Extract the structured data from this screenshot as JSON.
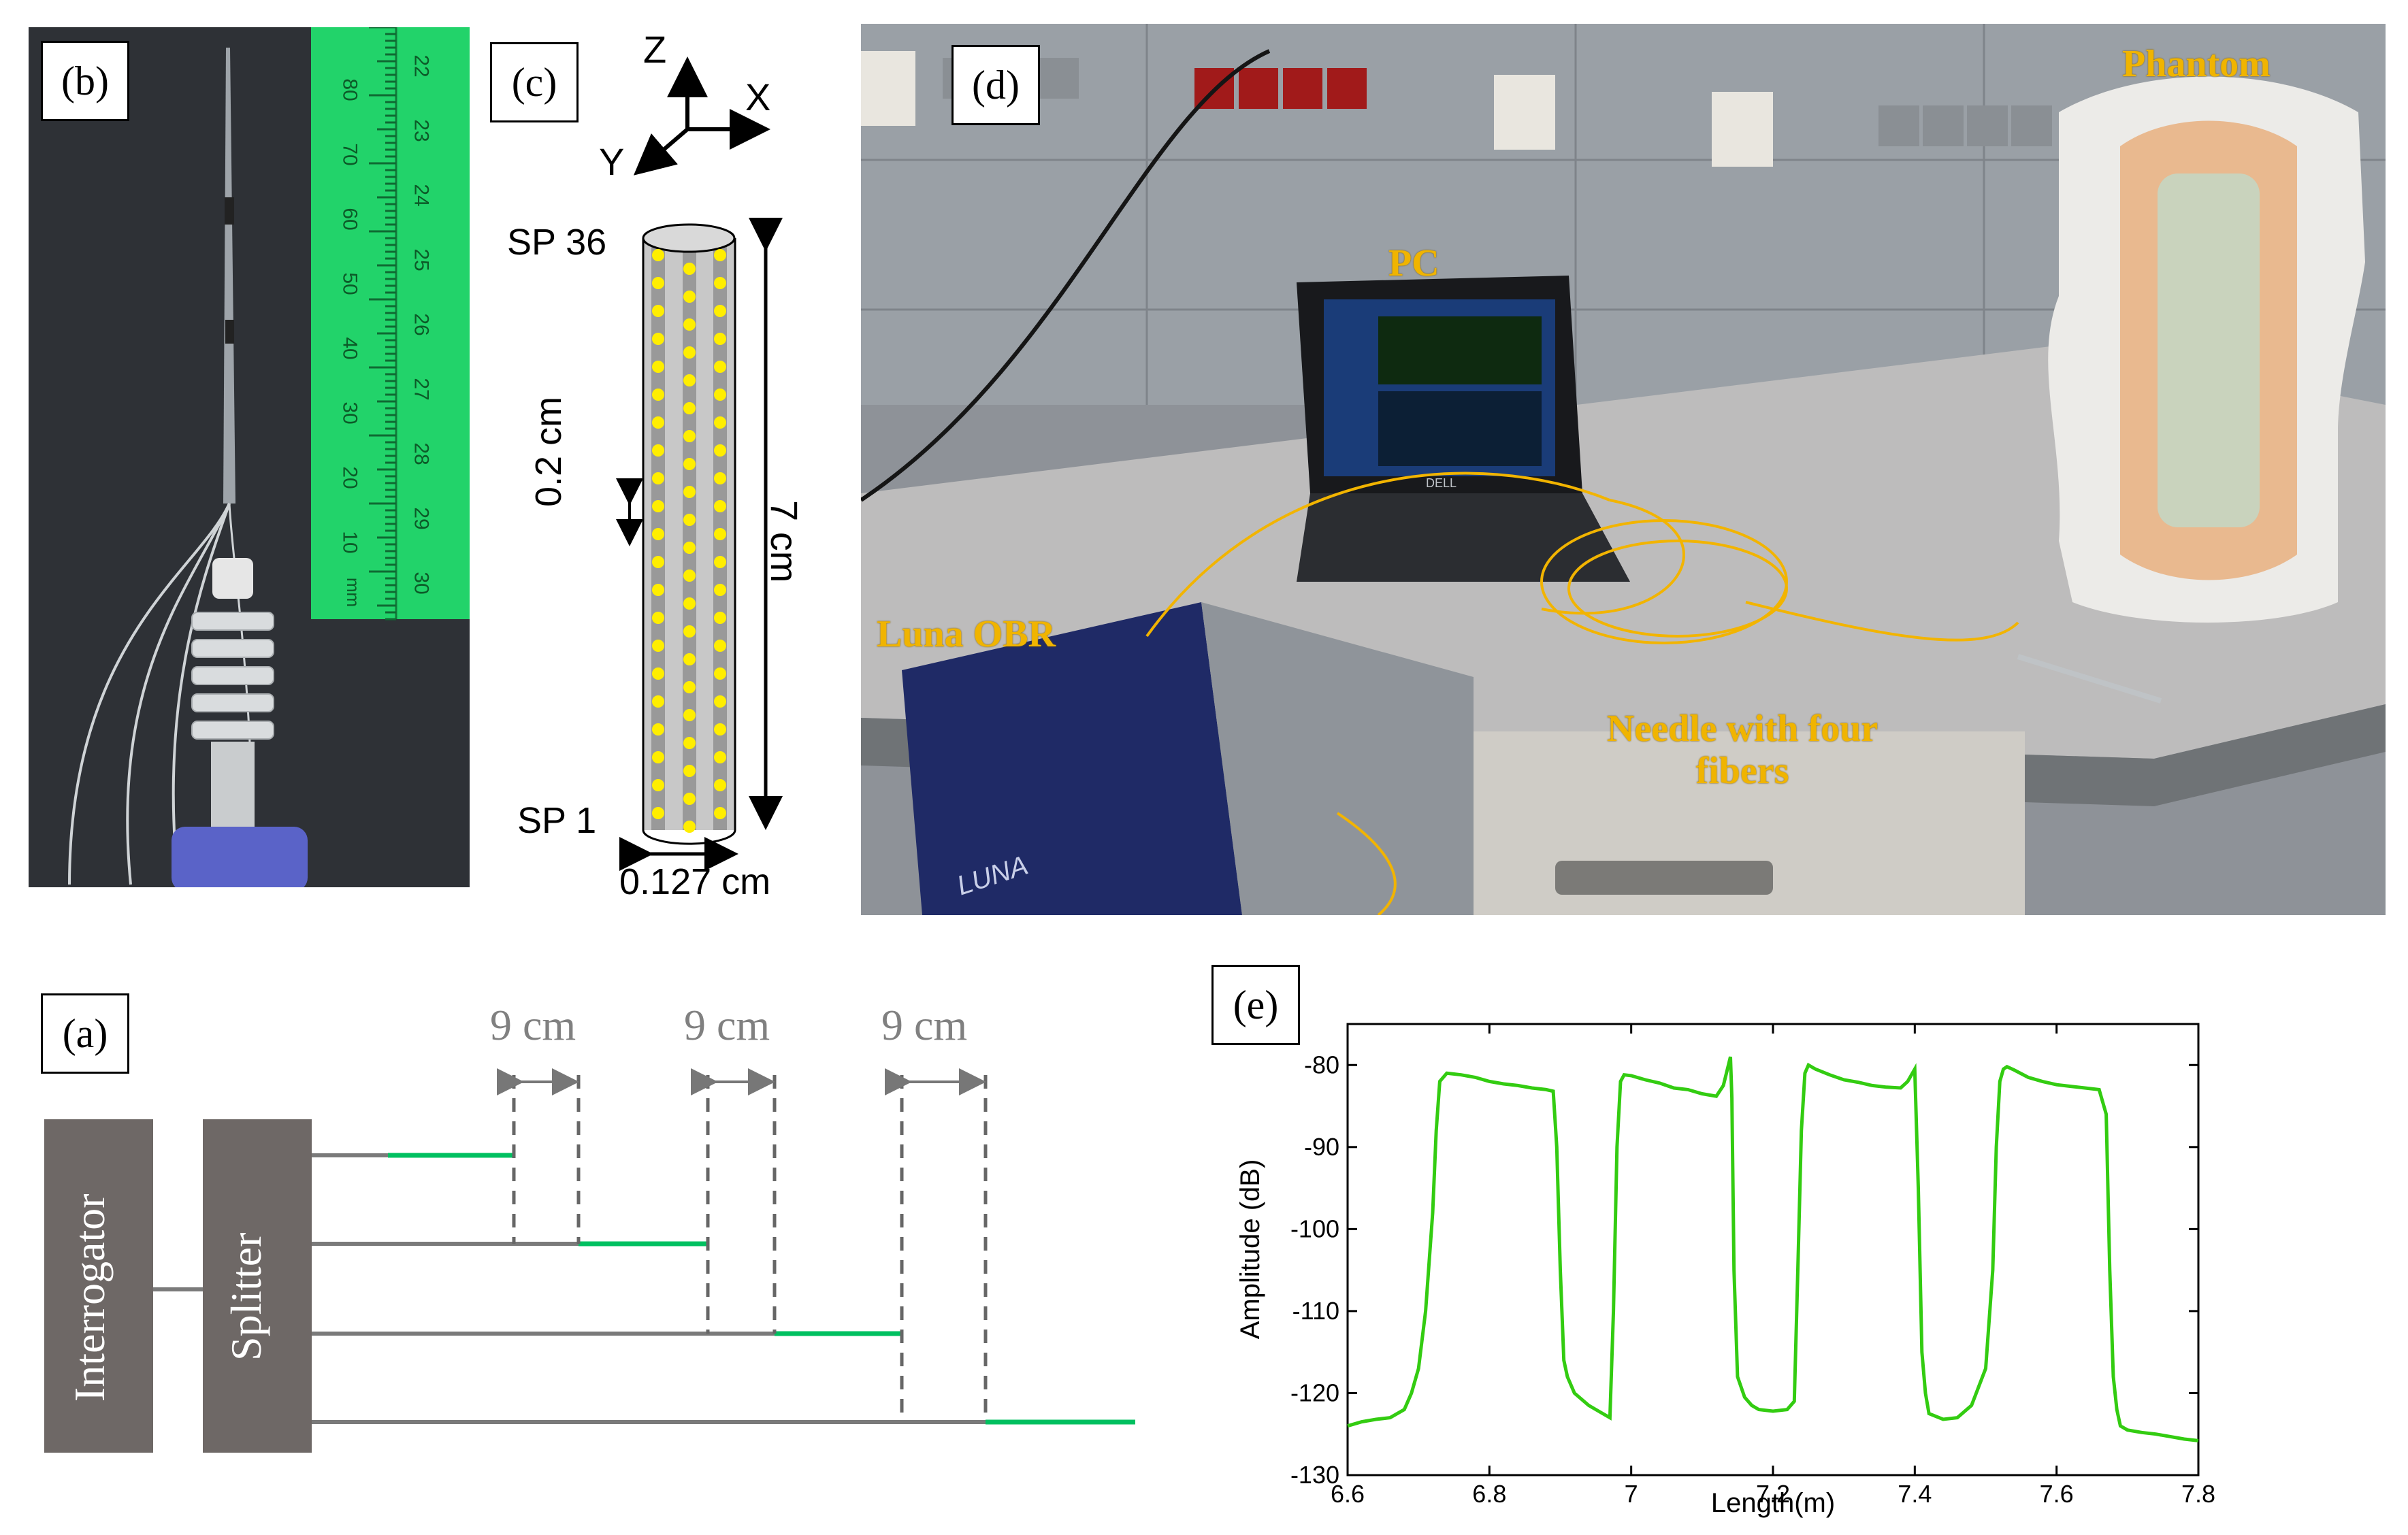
{
  "panels": {
    "b": {
      "label": "(b)"
    },
    "c": {
      "label": "(c)",
      "axes": {
        "z": "Z",
        "x": "X",
        "y": "Y"
      },
      "sp_top": "SP 36",
      "sp_bottom": "SP 1",
      "spacing": "0.2 cm",
      "length": "7 cm",
      "diameter": "0.127 cm"
    },
    "d": {
      "label": "(d)",
      "annotations": {
        "pc": "PC",
        "phantom": "Phantom",
        "luna": "Luna OBR",
        "needle_line1": "Needle with four",
        "needle_line2": "fibers"
      },
      "device_brand": "LUNA",
      "laptop_brand": "DELL"
    },
    "a": {
      "label": "(a)",
      "interrogator": "Interrogator",
      "splitter": "Splitter",
      "gap1": "9 cm",
      "gap2": "9 cm",
      "gap3": "9 cm",
      "colors": {
        "fiber": "#7a7a7a",
        "grating": "#00c060",
        "box": "#6e6866"
      }
    },
    "e": {
      "label": "(e)"
    }
  },
  "ruler": {
    "mm_labels": [
      "80",
      "70",
      "60",
      "50",
      "40",
      "30",
      "20",
      "10",
      "mm"
    ],
    "cm_labels": [
      "22",
      "23",
      "24",
      "25",
      "26",
      "27",
      "28",
      "29",
      "30"
    ]
  },
  "chart_data": {
    "type": "line",
    "title": "",
    "xlabel": "Length(m)",
    "ylabel": "Amplitude (dB)",
    "xlim": [
      6.6,
      7.8
    ],
    "ylim": [
      -130,
      -75
    ],
    "xticks": [
      6.6,
      6.8,
      7,
      7.2,
      7.4,
      7.6,
      7.8
    ],
    "xtick_labels": [
      "6.6",
      "6.8",
      "7",
      "7.2",
      "7.4",
      "7.6",
      "7.8"
    ],
    "yticks": [
      -80,
      -90,
      -100,
      -110,
      -120,
      -130
    ],
    "ytick_labels": [
      "-80",
      "-90",
      "-100",
      "-110",
      "-120",
      "-130"
    ],
    "color": "#33cc11",
    "series": [
      {
        "x": [
          6.6,
          6.62,
          6.64,
          6.66,
          6.68,
          6.69,
          6.7,
          6.71,
          6.72,
          6.725,
          6.73,
          6.74,
          6.76,
          6.78,
          6.8,
          6.82,
          6.84,
          6.86,
          6.88,
          6.89,
          6.895,
          6.9,
          6.905,
          6.91,
          6.92,
          6.94,
          6.96,
          6.97,
          6.975,
          6.98,
          6.985,
          6.99,
          7.0,
          7.02,
          7.04,
          7.06,
          7.08,
          7.1,
          7.12,
          7.13,
          7.14,
          7.142,
          7.145,
          7.15,
          7.16,
          7.17,
          7.18,
          7.2,
          7.22,
          7.23,
          7.235,
          7.24,
          7.245,
          7.25,
          7.26,
          7.28,
          7.3,
          7.32,
          7.34,
          7.36,
          7.38,
          7.39,
          7.4,
          7.405,
          7.41,
          7.415,
          7.42,
          7.44,
          7.46,
          7.48,
          7.5,
          7.51,
          7.515,
          7.52,
          7.525,
          7.53,
          7.54,
          7.56,
          7.58,
          7.6,
          7.62,
          7.64,
          7.66,
          7.67,
          7.675,
          7.68,
          7.685,
          7.69,
          7.7,
          7.72,
          7.74,
          7.76,
          7.78,
          7.8
        ],
        "y": [
          -124,
          -123.5,
          -123.2,
          -123,
          -122,
          -120,
          -117,
          -110,
          -98,
          -88,
          -82,
          -81,
          -81.2,
          -81.5,
          -82,
          -82.3,
          -82.5,
          -82.8,
          -83,
          -83.2,
          -90,
          -105,
          -116,
          -118,
          -120,
          -121.5,
          -122.5,
          -123,
          -110,
          -90,
          -82,
          -81.2,
          -81.3,
          -81.8,
          -82.2,
          -82.8,
          -83,
          -83.5,
          -83.8,
          -82.5,
          -79,
          -84,
          -105,
          -118,
          -120.5,
          -121.5,
          -122,
          -122.2,
          -122,
          -121,
          -105,
          -88,
          -81,
          -80,
          -80.5,
          -81.2,
          -81.8,
          -82.1,
          -82.5,
          -82.7,
          -82.8,
          -82,
          -80.5,
          -95,
          -115,
          -120,
          -122.5,
          -123.2,
          -123,
          -121.5,
          -117,
          -105,
          -90,
          -82,
          -80.5,
          -80.2,
          -80.6,
          -81.5,
          -82,
          -82.4,
          -82.6,
          -82.8,
          -83,
          -86,
          -105,
          -118,
          -122,
          -124,
          -124.5,
          -124.8,
          -125,
          -125.3,
          -125.6,
          -125.8
        ]
      }
    ]
  }
}
